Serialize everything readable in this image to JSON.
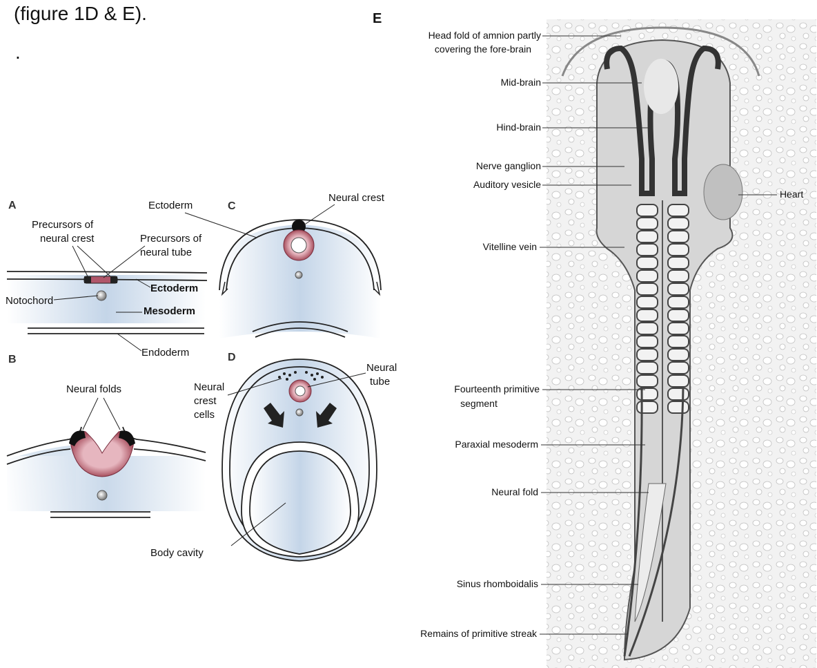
{
  "page": {
    "heading": "(figure 1D & E).",
    "bullet": "."
  },
  "panel_left": {
    "a_letter": "A",
    "b_letter": "B",
    "c_letter": "C",
    "d_letter": "D",
    "a_labels": {
      "precursors_crest_1": "Precursors of",
      "precursors_crest_2": "neural crest",
      "precursors_tube_1": "Precursors of",
      "precursors_tube_2": "neural tube",
      "ectoderm_bold": "Ectoderm",
      "notochord": "Notochord",
      "mesoderm": "Mesoderm",
      "endoderm": "Endoderm"
    },
    "b_labels": {
      "neural_folds": "Neural folds"
    },
    "c_labels": {
      "ectoderm": "Ectoderm",
      "neural_crest": "Neural crest"
    },
    "d_labels": {
      "neural_crest_cells_1": "Neural",
      "neural_crest_cells_2": "crest",
      "neural_crest_cells_3": "cells",
      "neural_tube_1": "Neural",
      "neural_tube_2": "tube",
      "body_cavity": "Body cavity"
    }
  },
  "panel_e": {
    "letter": "E",
    "labels": {
      "head_fold_1": "Head fold of amnion partly",
      "head_fold_2": "covering the fore-brain",
      "mid_brain": "Mid-brain",
      "hind_brain": "Hind-brain",
      "nerve_ganglion": "Nerve ganglion",
      "auditory_vesicle": "Auditory vesicle",
      "heart": "Heart",
      "vitelline_vein": "Vitelline vein",
      "fourteenth_1": "Fourteenth primitive",
      "fourteenth_2": "segment",
      "paraxial_mesoderm": "Paraxial mesoderm",
      "neural_fold": "Neural fold",
      "sinus_rhomboidalis": "Sinus rhomboidalis",
      "remains_streak": "Remains of primitive streak"
    }
  },
  "colors": {
    "tissue_blue": "#c9d8e8",
    "neural_red": "#a8505f",
    "line": "#222222"
  }
}
